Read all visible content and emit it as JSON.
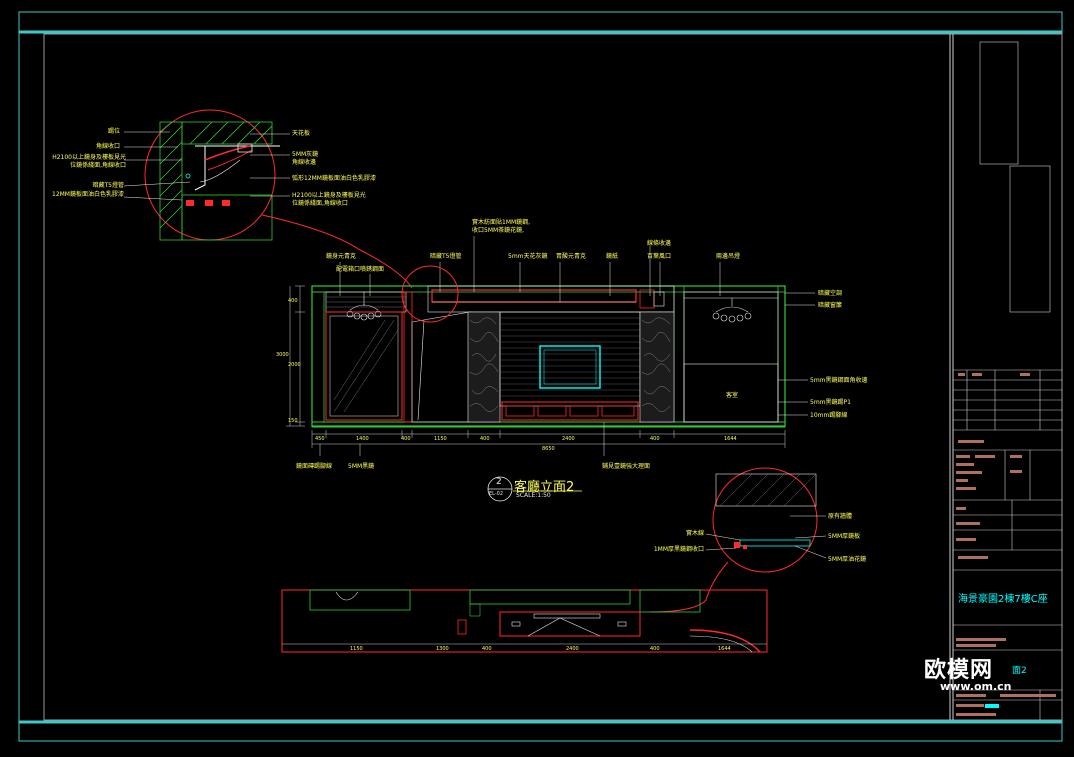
{
  "colors": {
    "frame": "#3fc8c8",
    "outline": "#ff2a2a",
    "wall": "#33cc33",
    "text": "#ffff55",
    "cyan": "#00ffff",
    "white": "#e8e8e8",
    "block": "#b07060"
  },
  "drawing": {
    "marker_number": "2",
    "marker_code": "EL-02",
    "title": "客廳立面2",
    "scale": "SCALE:1:50",
    "project_name": "海景豪園2棟7樓C座",
    "sheet_label_suffix": "面2",
    "watermark_main": "欧模网",
    "watermark_sub": "www.om.cn"
  },
  "detail_top": {
    "left": [
      "踢位",
      "角線收口",
      "H2100以上鏡身及樓板見光",
      "位鏡係綫面,角線收口",
      "暗藏T5燈管",
      "12MM鏡板面油白色乳膠漆"
    ],
    "right": [
      "天花板",
      "5MM灰鏡",
      "角線收邊",
      "弧形12MM鏡板面油白色乳膠漆",
      "H2100以上鏡身及樓板見光",
      "位鏡係綫面,角線收口"
    ]
  },
  "elevation": {
    "top_labels": [
      "鏡身元青克",
      "配電箱口噴銹鋼面",
      "暗藏T5燈管",
      "實木紡面貼1MM鏡鋼,",
      "收口5MM茶鏡花鏡,",
      "5mm天花灰鏡",
      "胃酸元青克",
      "鏡紙",
      "線條收邊",
      "百葉風口",
      "兩邊吊燈"
    ],
    "right_labels": [
      "暗藏空調",
      "暗藏窗簾",
      "5mm黑鏡鋼面角收邊",
      "5mm黑鏡踢P1",
      "10mm踢腳線"
    ],
    "room_label": "客室",
    "bottom_labels": [
      "鏡面磚踢腳線",
      "5MM黑鏡",
      "鋪見壹鏡強大理面"
    ],
    "dims_bottom": [
      "450",
      "1400",
      "400",
      "1150",
      "400",
      "2400",
      "400",
      "1644"
    ],
    "dims_total": "8650",
    "dims_left": [
      "400",
      "2000",
      "3000",
      "150"
    ]
  },
  "detail_bottom": {
    "left": [
      "實木線",
      "1MM厚黑鏡鋼收口"
    ],
    "right": [
      "原有牆體",
      "5MM厚鏡板",
      "5MM厚油花鏡"
    ]
  },
  "plan": {
    "dims": [
      "1150",
      "1300",
      "400",
      "2400",
      "400",
      "1644"
    ]
  }
}
